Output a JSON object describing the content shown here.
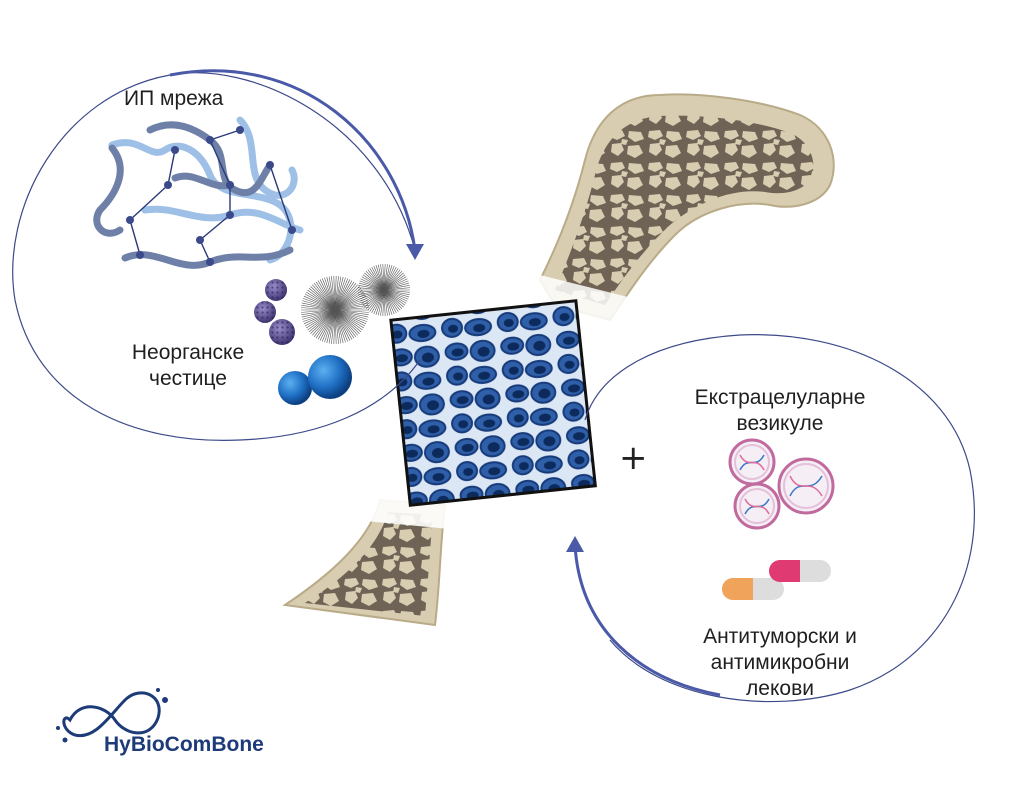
{
  "labels": {
    "ip_network": "ИП мрежа",
    "inorganic_line1": "Неорганске",
    "inorganic_line2": "честице",
    "vesicles_line1": "Екстрацелуларне",
    "vesicles_line2": "везикуле",
    "plus": "+",
    "drugs_line1": "Антитуморски и",
    "drugs_line2": "антимикробни",
    "drugs_line3": "лекови"
  },
  "logo": {
    "text": "HyBioComBone"
  },
  "colors": {
    "arrow": "#4a5aa8",
    "circle_outline": "#3d4a8a",
    "polymer_dark": "#6f80a8",
    "polymer_light": "#9fc0e6",
    "scaffold_blue": "#2f5fa8",
    "bone_tissue": "#6e6355",
    "bone_shell": "#d8cdb0",
    "sphere_blue": "#1f6fc4",
    "porous_purple": "#5a4e8c",
    "vesicle_pink": "#c06a9e",
    "capsule_pink": "#e03a73",
    "capsule_orange": "#f0a35a",
    "brand_navy": "#1d3b78"
  },
  "icons": [
    "arrow-left-circle",
    "arrow-right-circle",
    "dna-icon",
    "capsule-icon",
    "infinity-logo-icon"
  ]
}
